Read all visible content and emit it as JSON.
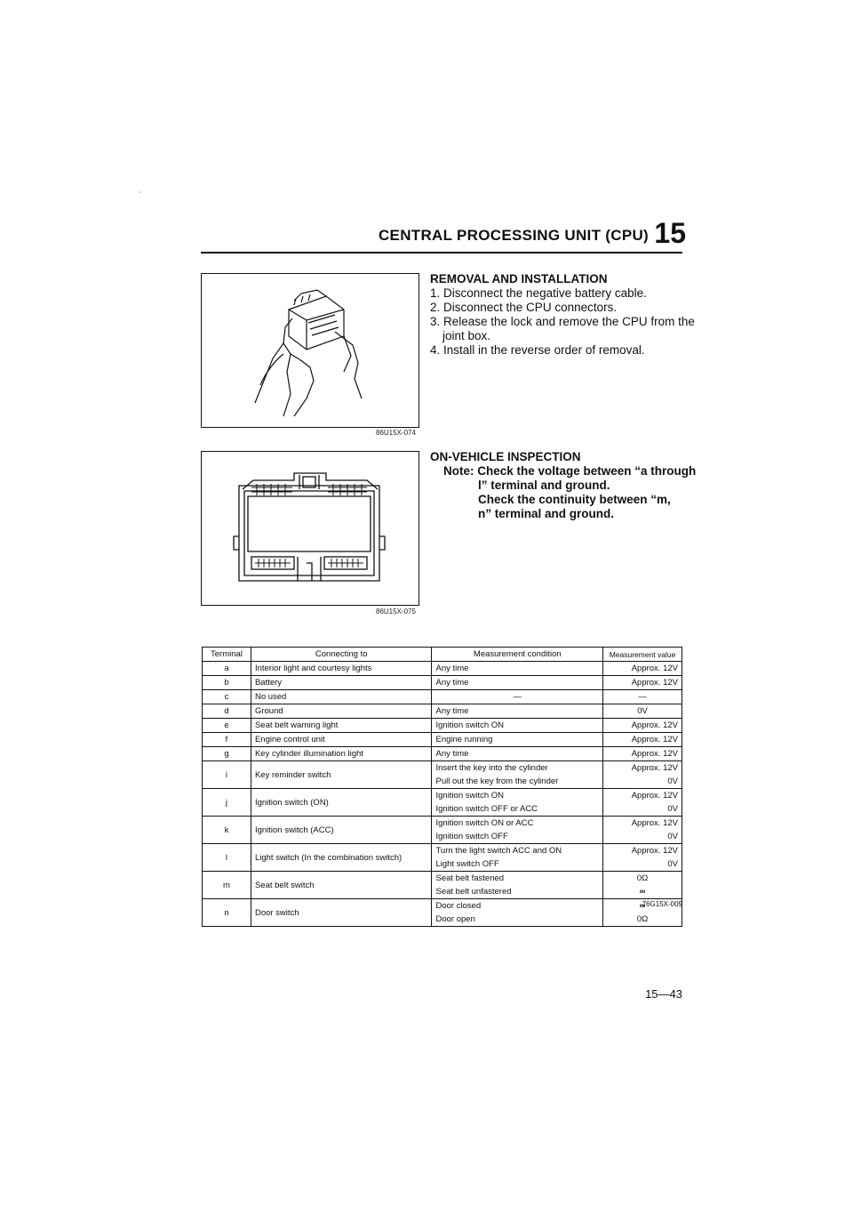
{
  "header": {
    "title": "CENTRAL PROCESSING UNIT (CPU)",
    "section_number": "15"
  },
  "figure1": {
    "code": "86U15X-074"
  },
  "figure2": {
    "code": "86U15X-075"
  },
  "removal": {
    "heading": "REMOVAL AND INSTALLATION",
    "steps": [
      "1. Disconnect the negative battery cable.",
      "2. Disconnect the CPU connectors.",
      "3. Release the lock and remove the CPU from the",
      "joint box.",
      "4. Install in the reverse order of removal."
    ]
  },
  "inspection": {
    "heading": "ON-VEHICLE INSPECTION",
    "note_lines": [
      "Note: Check the voltage between “a through",
      "l” terminal and ground.",
      "Check the continuity between “m,",
      "n” terminal and ground."
    ]
  },
  "table": {
    "headers": [
      "Terminal",
      "Connecting to",
      "Measurement condition",
      "Measurement value"
    ],
    "rows": [
      {
        "terminal": "a",
        "connecting": "Interior light and courtesy lights",
        "conditions": [
          "Any time"
        ],
        "values": [
          "Approx. 12V"
        ]
      },
      {
        "terminal": "b",
        "connecting": "Battery",
        "conditions": [
          "Any time"
        ],
        "values": [
          "Approx. 12V"
        ]
      },
      {
        "terminal": "c",
        "connecting": "No used",
        "conditions": [
          "—"
        ],
        "values": [
          "—"
        ]
      },
      {
        "terminal": "d",
        "connecting": "Ground",
        "conditions": [
          "Any time"
        ],
        "values": [
          "0V"
        ]
      },
      {
        "terminal": "e",
        "connecting": "Seat belt warning light",
        "conditions": [
          "Ignition switch ON"
        ],
        "values": [
          "Approx. 12V"
        ]
      },
      {
        "terminal": "f",
        "connecting": "Engine control unit",
        "conditions": [
          "Engine running"
        ],
        "values": [
          "Approx. 12V"
        ]
      },
      {
        "terminal": "g",
        "connecting": "Key cylinder illumination light",
        "conditions": [
          "Any time"
        ],
        "values": [
          "Approx. 12V"
        ]
      },
      {
        "terminal": "i",
        "connecting": "Key reminder switch",
        "conditions": [
          "Insert the key into the cylinder",
          "Pull out the key from the cylinder"
        ],
        "values": [
          "Approx. 12V",
          "0V"
        ]
      },
      {
        "terminal": "j",
        "connecting": "Ignition switch (ON)",
        "conditions": [
          "Ignition switch ON",
          "Ignition switch OFF or ACC"
        ],
        "values": [
          "Approx. 12V",
          "0V"
        ]
      },
      {
        "terminal": "k",
        "connecting": "Ignition switch (ACC)",
        "conditions": [
          "Ignition switch ON or ACC",
          "Ignition switch OFF"
        ],
        "values": [
          "Approx. 12V",
          "0V"
        ]
      },
      {
        "terminal": "l",
        "connecting": "Light switch (In the combination switch)",
        "conditions": [
          "Turn the light switch ACC and ON",
          "Light switch OFF"
        ],
        "values": [
          "Approx. 12V",
          "0V"
        ]
      },
      {
        "terminal": "m",
        "connecting": "Seat belt switch",
        "conditions": [
          "Seat belt fastened",
          "Seat belt unfastered"
        ],
        "values": [
          "0Ω",
          "∞"
        ]
      },
      {
        "terminal": "n",
        "connecting": "Door switch",
        "conditions": [
          "Door closed",
          "Door open"
        ],
        "values": [
          "∞",
          "0Ω"
        ]
      }
    ],
    "code": "76G15X-009"
  },
  "page_number": "15—43",
  "stray_mark": "‘"
}
